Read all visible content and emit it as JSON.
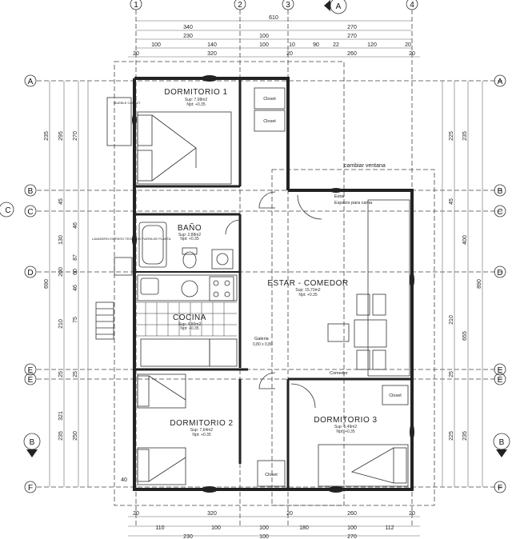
{
  "grid_top": [
    "1",
    "2",
    "3",
    "4"
  ],
  "grid_top_mark": "A",
  "grid_left": [
    "A",
    "B",
    "C",
    "D",
    "E",
    "E",
    "F"
  ],
  "grid_right": [
    "A",
    "B",
    "C",
    "D",
    "E",
    "E",
    "F"
  ],
  "grid_side_mark": "C",
  "grid_bottom_mark": "B",
  "dims_top": {
    "row1": [
      "610"
    ],
    "row2": [
      "340",
      "270"
    ],
    "row3": [
      "230",
      "100",
      "270"
    ],
    "row4": [
      "100",
      "140",
      "100",
      "10",
      "90",
      "22",
      "120",
      "20"
    ],
    "row5": [
      "20",
      "320",
      "20",
      "260",
      "20"
    ]
  },
  "dims_bottom": {
    "row1": [
      "20",
      "320",
      "20",
      "260",
      "20"
    ],
    "row2": [
      "110",
      "100",
      "100",
      "180",
      "100",
      "112"
    ],
    "row3": [
      "230",
      "100",
      "270"
    ]
  },
  "dims_left": [
    "235",
    "295",
    "270",
    "45",
    "46",
    "130",
    "87",
    "200",
    "60",
    "46",
    "210",
    "75",
    "25",
    "25",
    "690",
    "321",
    "235",
    "250",
    "40"
  ],
  "dims_right": [
    "225",
    "235",
    "45",
    "400",
    "890",
    "210",
    "655",
    "25",
    "225",
    "235"
  ],
  "rooms": {
    "d1": {
      "name": "DORMITORIO 1",
      "area": "Sup: 7,98m2",
      "npt": "Npt: +0.35"
    },
    "bano": {
      "name": "BAÑO",
      "area": "Sup: 2,88m2",
      "npt": "Npt: +0.35"
    },
    "cocina": {
      "name": "COCINA",
      "area": "Sup: 4,90m2",
      "npt": "Npt: +0.35"
    },
    "estar": {
      "name": "ESTAR - COMEDOR",
      "area": "Sup: 15,70m2",
      "npt": "Npt: +0.35"
    },
    "d2": {
      "name": "DORMITORIO 2",
      "area": "Sup: 7,64m2",
      "npt": "Npt: +0.35"
    },
    "d3": {
      "name": "DORMITORIO 3",
      "area": "Sup: 6,49m2",
      "npt": "Npt: +0.35"
    }
  },
  "labels": {
    "closet1": "Closet",
    "closet2": "Closet",
    "closet3": "Closet",
    "closet4": "Closet",
    "cambiar": "cambiar ventana",
    "estar_lbl": "Estar",
    "espacio": "Espacio para cama",
    "galeria": "Galeria",
    "galeria_dim": "0,80 x 0,80",
    "comedor": "Comedor",
    "lavadero": "LAVADERO EN PATIO TECHADO FUERA DE PLANTA",
    "mueble": "MUEBLE CLOSET"
  },
  "colors": {
    "line": "#222222",
    "bg": "#ffffff"
  }
}
